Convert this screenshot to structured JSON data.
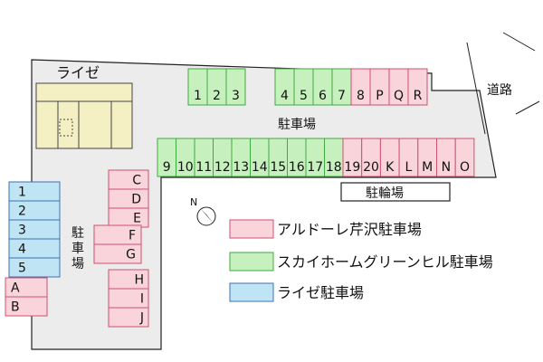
{
  "building_label": "ライゼ",
  "road_label": "道路",
  "main_lot_label": "駐車場",
  "west_lot_label": "駐\n車\n場",
  "bike_parking_label": "駐輪場",
  "north_marker": "N",
  "colors": {
    "ardore": "#f9d4da",
    "ardore_stroke": "#d05070",
    "skyhome": "#c7f0bf",
    "skyhome_stroke": "#3faa3f",
    "raize": "#bfe4f3",
    "raize_stroke": "#3f72b3",
    "building": "#f4f0c4",
    "ground": "#ececec"
  },
  "legend": [
    {
      "label": "アルドーレ芹沢駐車場",
      "color_key": "ardore"
    },
    {
      "label": "スカイホームグリーンヒル駐車場",
      "color_key": "skyhome"
    },
    {
      "label": "ライゼ駐車場",
      "color_key": "raize"
    }
  ],
  "stalls": {
    "top_green_a": [
      "1",
      "2",
      "3"
    ],
    "top_green_b": [
      "4",
      "5",
      "6",
      "7"
    ],
    "top_pink": [
      "8",
      "P",
      "Q",
      "R"
    ],
    "mid_green": [
      "9",
      "10",
      "11",
      "12",
      "13",
      "14",
      "15",
      "16",
      "17",
      "18"
    ],
    "mid_pink": [
      "19",
      "20",
      "K",
      "L",
      "M",
      "N",
      "O"
    ],
    "west_pink_a": [
      "C",
      "D",
      "E"
    ],
    "west_pink_b": [
      "F",
      "G"
    ],
    "west_pink_c": [
      "H",
      "I",
      "J"
    ],
    "raize_blue": [
      "1",
      "2",
      "3",
      "4",
      "5"
    ],
    "raize_pink": [
      "A",
      "B"
    ]
  }
}
